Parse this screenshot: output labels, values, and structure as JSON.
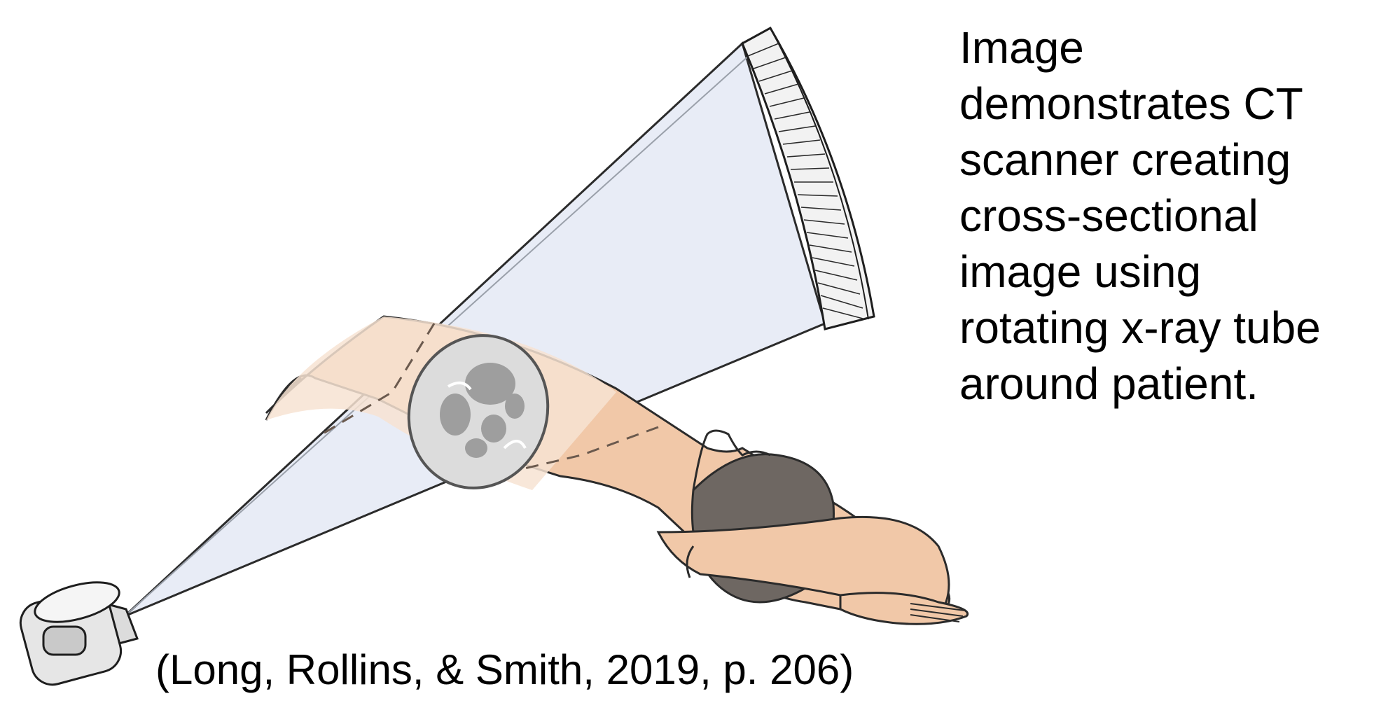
{
  "description": {
    "lines": [
      "Image",
      "demonstrates CT",
      "scanner creating",
      "cross-sectional",
      "image using",
      "rotating x-ray tube",
      "around patient."
    ]
  },
  "citation": "(Long, Rollins, & Smith, 2019, p. 206)",
  "colors": {
    "beam_fill": "#e8ecf6",
    "skin": "#f1c8a8",
    "skin_light": "#f7e3d2",
    "hair": "#6e6762",
    "organ_gray": "#9e9e9e",
    "detector_fill": "#f2f2f2",
    "tube_fill": "#dcdcdc"
  },
  "icons": {
    "tube": "xray-tube-icon",
    "detector": "detector-array-icon"
  }
}
